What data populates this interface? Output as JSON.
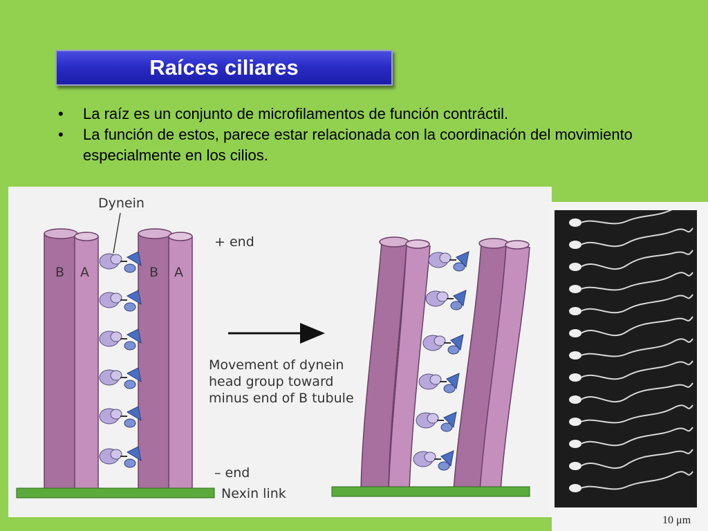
{
  "slide": {
    "title": "Raíces ciliares",
    "bullets": [
      {
        "marker": "•",
        "text": "La raíz es un conjunto de microfilamentos de función contráctil."
      },
      {
        "marker": "•",
        "text": "La función de estos, parece estar relacionada con la coordinación del movimiento especialmente en los cilios."
      }
    ]
  },
  "diagram": {
    "label_dynein": "Dynein",
    "label_plus_end": "+ end",
    "label_minus_end": "– end",
    "label_nexin": "Nexin link",
    "tubule_b": "B",
    "tubule_a": "A",
    "movement_lines": [
      "Movement of dynein",
      "head group toward",
      "minus end of B tubule"
    ],
    "colors": {
      "tubule_b": "#a8709f",
      "tubule_a": "#c48ebd",
      "nexin_bar": "#5bab3c",
      "dynein_body": "#b7a8dc",
      "dynein_head": "#4a6ec2"
    }
  },
  "micrograph": {
    "scale_label": "10 μm"
  },
  "colors": {
    "background": "#92d050",
    "title_box": "#2a2cc7"
  }
}
